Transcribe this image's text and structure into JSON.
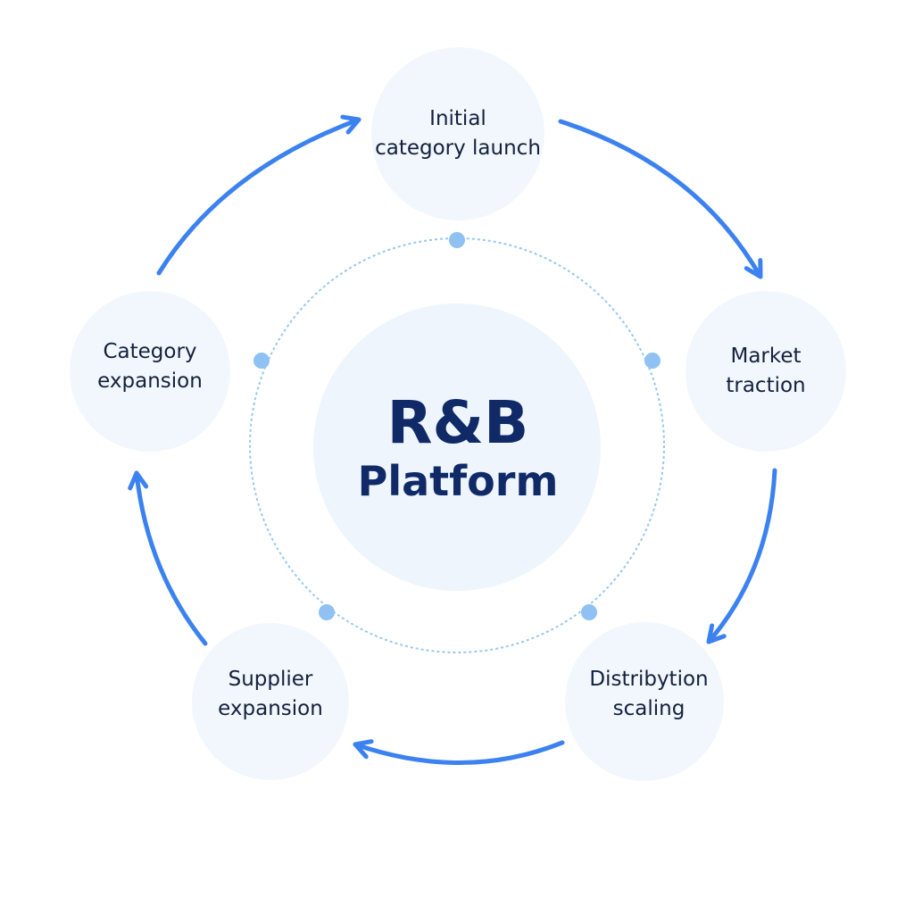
{
  "center": {
    "line1": "R&B",
    "line2": "Platform"
  },
  "stages": [
    {
      "label": "Initial\ncategory launch"
    },
    {
      "label": "Market\ntraction"
    },
    {
      "label": "Distribytion\nscaling"
    },
    {
      "label": "Supplier\nexpansion"
    },
    {
      "label": "Category\nexpansion"
    }
  ],
  "colors": {
    "arrow": "#3b82f0",
    "dot": "#8fc1f3",
    "ring": "#9ac7f0",
    "circle_fill": "#f2f7fd",
    "center_fill": "#eef5fc",
    "title_text": "#0f2a66",
    "label_text": "#14213d"
  }
}
